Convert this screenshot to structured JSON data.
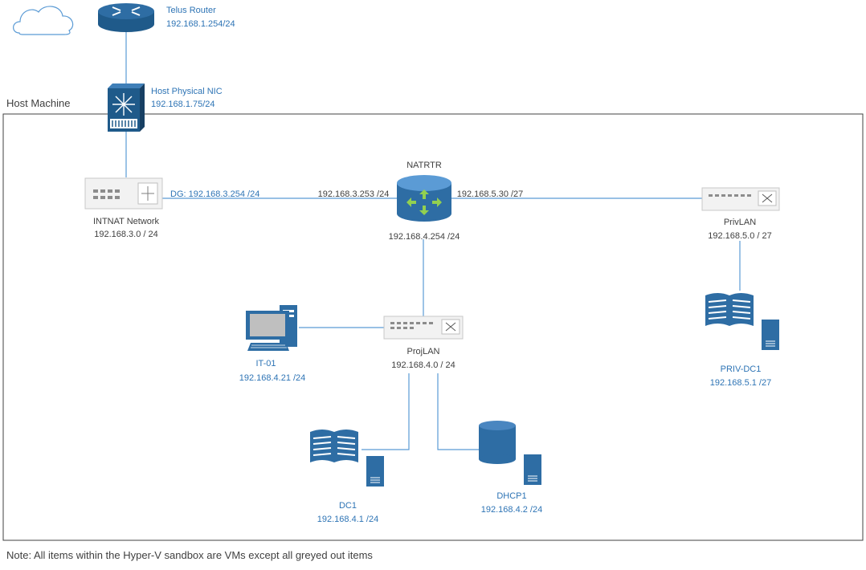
{
  "frame_label": "Host Machine",
  "note": "Note: All items within the Hyper-V sandbox are VMs except all greyed out items",
  "nodes": {
    "router": {
      "name": "Telus Router",
      "ip": "192.168.1.254/24"
    },
    "host_nic": {
      "name": "Host Physical NIC",
      "ip": "192.168.1.75/24"
    },
    "intnat": {
      "name": "INTNAT Network",
      "ip": "192.168.3.0 / 24"
    },
    "natrtr": {
      "name": "NATRTR",
      "ip": "192.168.4.254 /24"
    },
    "privlan": {
      "name": "PrivLAN",
      "ip": "192.168.5.0 / 27"
    },
    "projlan": {
      "name": "ProjLAN",
      "ip": "192.168.4.0 / 24"
    },
    "it01": {
      "name": "IT-01",
      "ip": "192.168.4.21 /24"
    },
    "privdc1": {
      "name": "PRIV-DC1",
      "ip": "192.168.5.1 /27"
    },
    "dc1": {
      "name": "DC1",
      "ip": "192.168.4.1 /24"
    },
    "dhcp1": {
      "name": "DHCP1",
      "ip": "192.168.4.2 /24"
    }
  },
  "links": {
    "intnat_dg": "DG: 192.168.3.254 /24",
    "natrtr_left": "192.168.3.253 /24",
    "natrtr_right": "192.168.5.30 /27"
  },
  "colors": {
    "icon_blue": "#2e6da4",
    "line_blue": "#5b9bd5",
    "label_blue": "#2e74b5",
    "label_gray": "#404040",
    "greyed": "#e7e7e7"
  }
}
